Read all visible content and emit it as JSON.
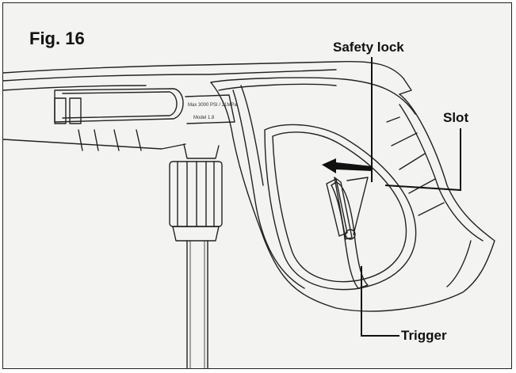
{
  "figure": {
    "title": "Fig. 16",
    "labels": {
      "safety_lock": "Safety lock",
      "slot": "Slot",
      "trigger": "Trigger"
    },
    "embossed_text": {
      "line1": "Max 3000 PSI / 21MPa",
      "line2": "Model 1.8"
    }
  },
  "colors": {
    "ink": "#111111",
    "paper": "#f3f3f1",
    "frame": "#222222"
  }
}
